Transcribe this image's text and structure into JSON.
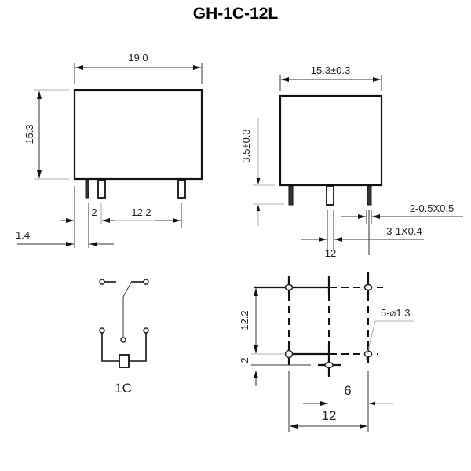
{
  "title": "GH-1C-12L",
  "side_view": {
    "width_label": "19.0",
    "height_label": "15.3",
    "pin_gap_label": "2",
    "pin_span_label": "12.2",
    "pin_offset_label": "1.4"
  },
  "end_view": {
    "width_label": "15.3±0.3",
    "pin_length_label": "3.5±0.3",
    "small_pin_label": "2-0.5X0.5",
    "large_pin_label": "3-1X0.4",
    "center_label": "12"
  },
  "schematic": {
    "label": "1C"
  },
  "pcb_layout": {
    "row_spacing_label": "12.2",
    "offset_label": "2",
    "hole_label": "5-⌀1.3",
    "half_span_label": "6",
    "span_label": "12"
  }
}
